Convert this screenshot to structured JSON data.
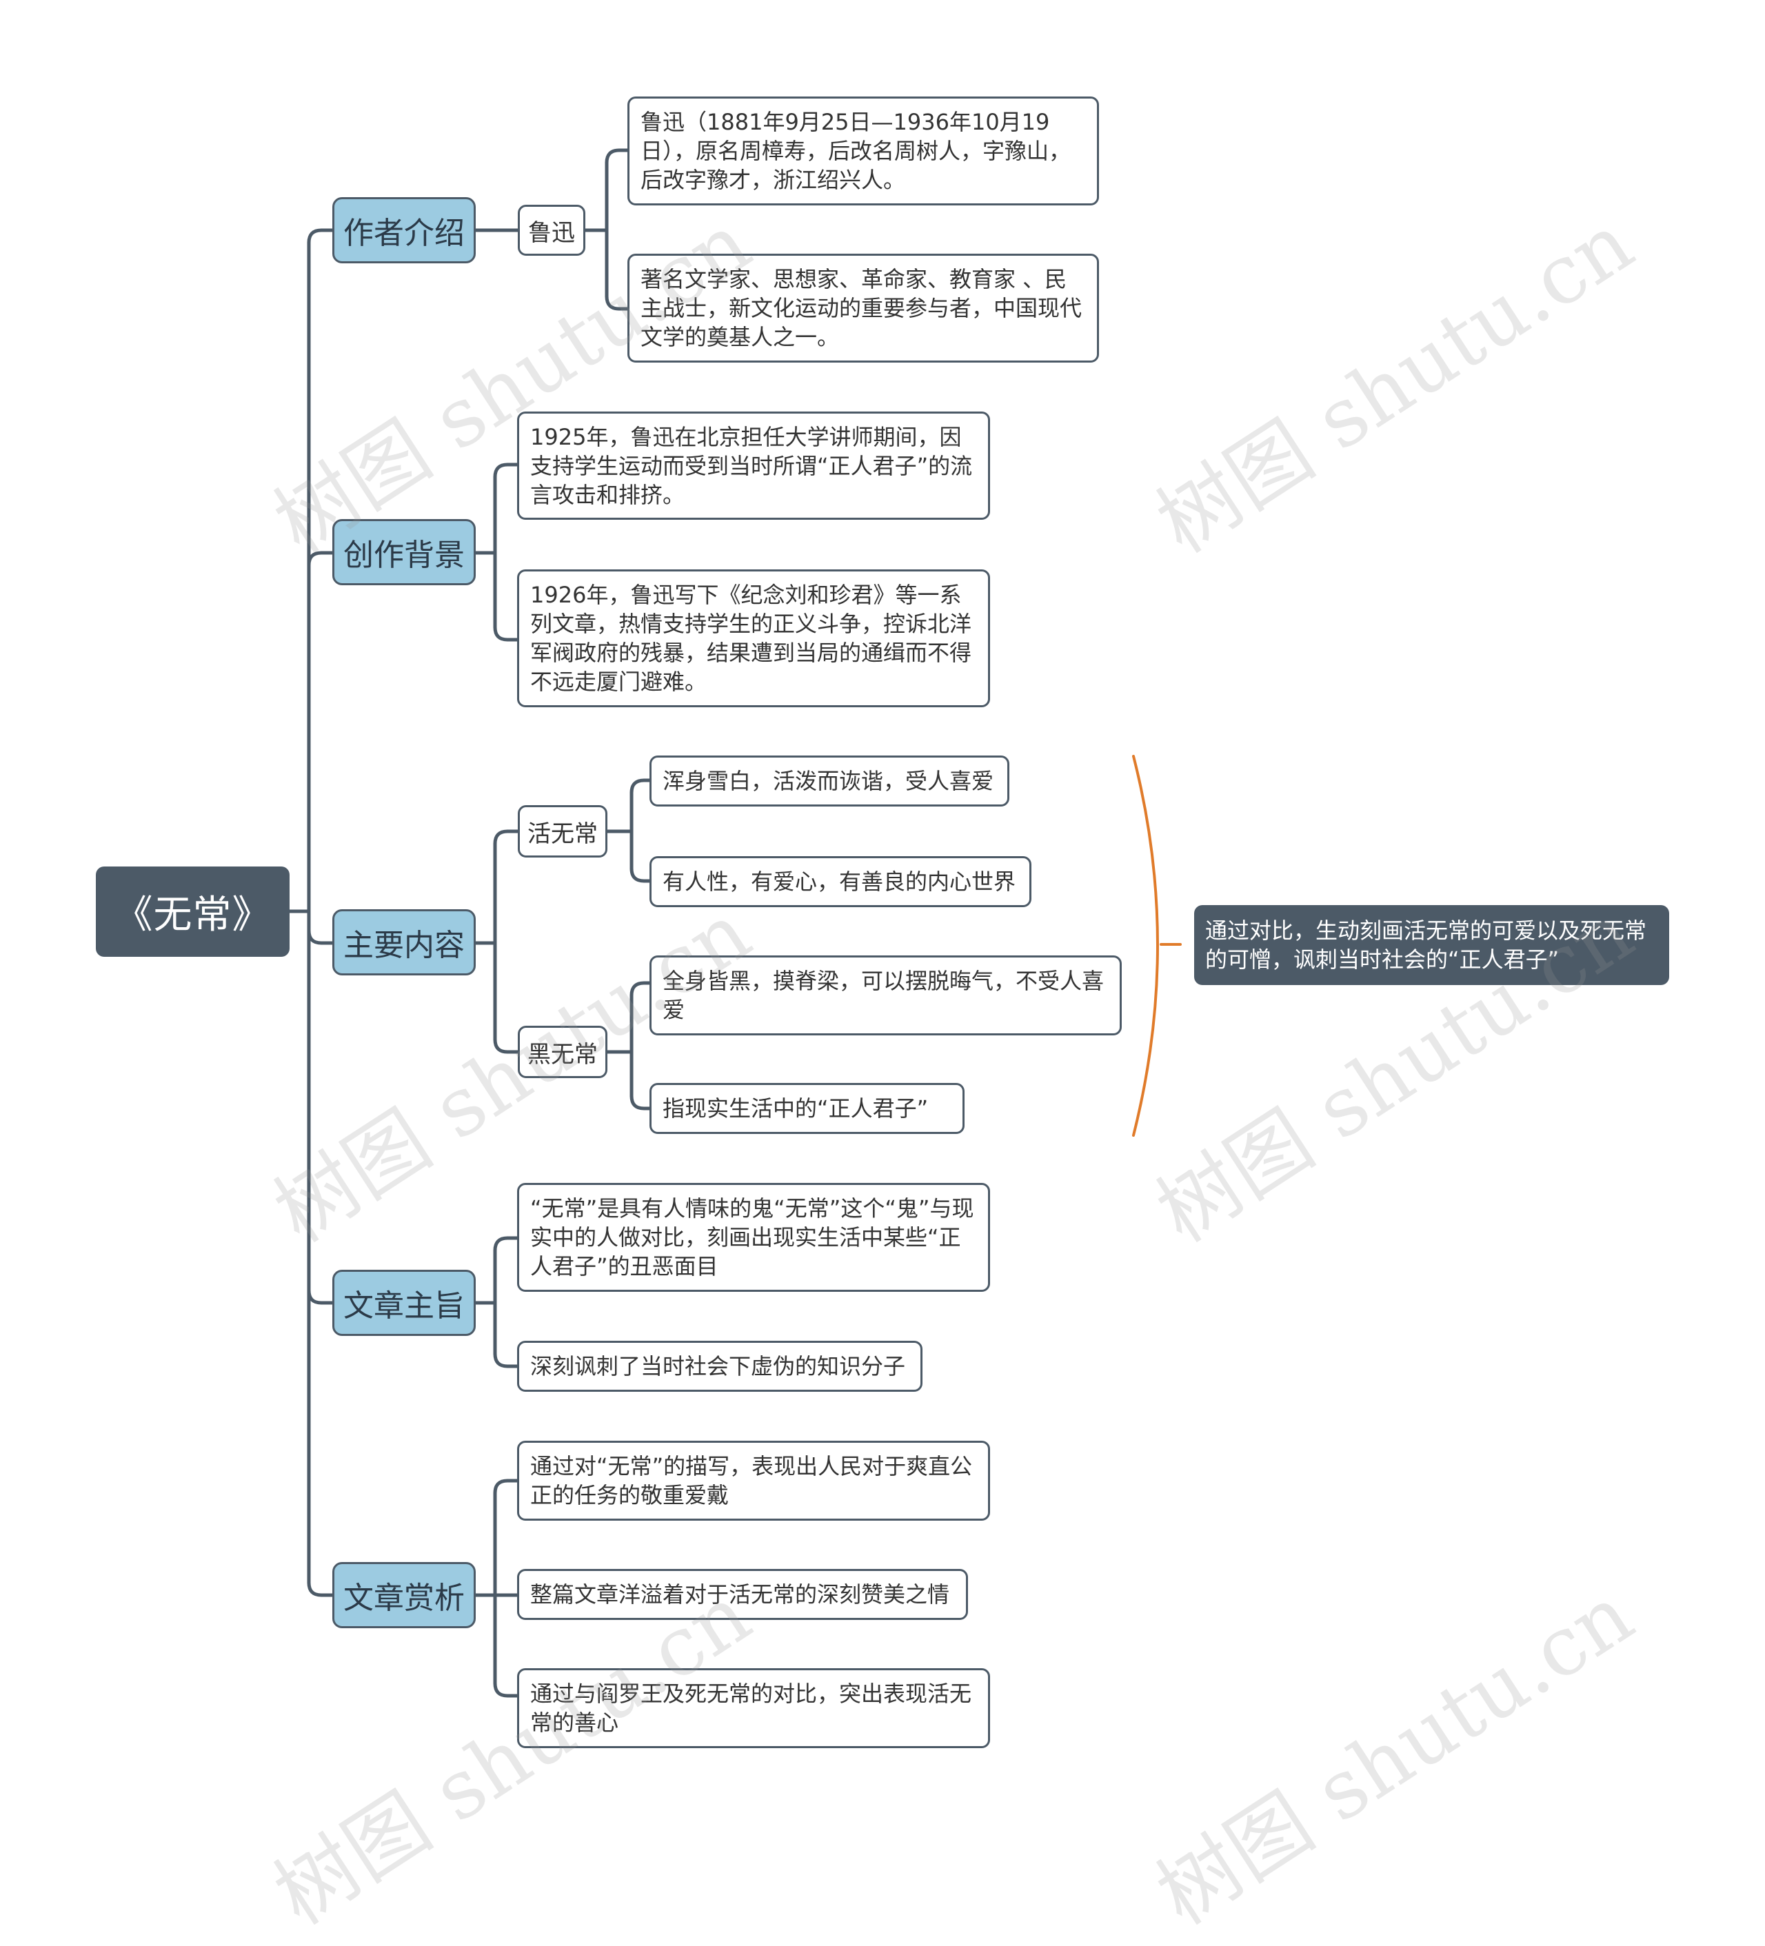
{
  "root": {
    "label": "《无常》"
  },
  "branches": [
    {
      "label": "作者介绍"
    },
    {
      "label": "创作背景"
    },
    {
      "label": "主要内容"
    },
    {
      "label": "文章主旨"
    },
    {
      "label": "文章赏析"
    }
  ],
  "author": {
    "sub": "鲁迅",
    "leaves": [
      "鲁迅（1881年9月25日—1936年10月19日），原名周樟寿，后改名周树人，字豫山，后改字豫才，浙江绍兴人。",
      "著名文学家、思想家、革命家、教育家 、民主战士，新文化运动的重要参与者，中国现代文学的奠基人之一。"
    ]
  },
  "background": {
    "leaves": [
      "1925年，鲁迅在北京担任大学讲师期间，因支持学生运动而受到当时所谓“正人君子”的流言攻击和排挤。",
      "1926年，鲁迅写下《纪念刘和珍君》等一系列文章，热情支持学生的正义斗争，控诉北洋军阀政府的残暴，结果遭到当局的通缉而不得不远走厦门避难。"
    ]
  },
  "content": {
    "live": {
      "label": "活无常",
      "leaves": [
        "浑身雪白，活泼而诙谐，受人喜爱",
        "有人性，有爱心，有善良的内心世界"
      ]
    },
    "dead": {
      "label": "黑无常",
      "leaves": [
        "全身皆黑，摸脊梁，可以摆脱晦气，不受人喜爱",
        "指现实生活中的“正人君子”"
      ]
    }
  },
  "theme": {
    "leaves": [
      "“无常”是具有人情味的鬼“无常”这个“鬼”与现实中的人做对比，刻画出现实生活中某些“正人君子”的丑恶面目",
      "深刻讽刺了当时社会下虚伪的知识分子"
    ]
  },
  "appreciation": {
    "leaves": [
      "通过对“无常”的描写，表现出人民对于爽直公正的任务的敬重爱戴",
      "整篇文章洋溢着对于活无常的深刻赞美之情",
      "通过与阎罗王及死无常的对比，突出表现活无常的善心"
    ]
  },
  "summary": "通过对比，生动刻画活无常的可爱以及死无常的可憎，讽刺当时社会的“正人君子”",
  "watermark": "树图 shutu.cn",
  "colors": {
    "dark": "#4c5a67",
    "branch_fill": "#9ccbe1",
    "bracket": "#e07b2a",
    "background": "#ffffff"
  }
}
